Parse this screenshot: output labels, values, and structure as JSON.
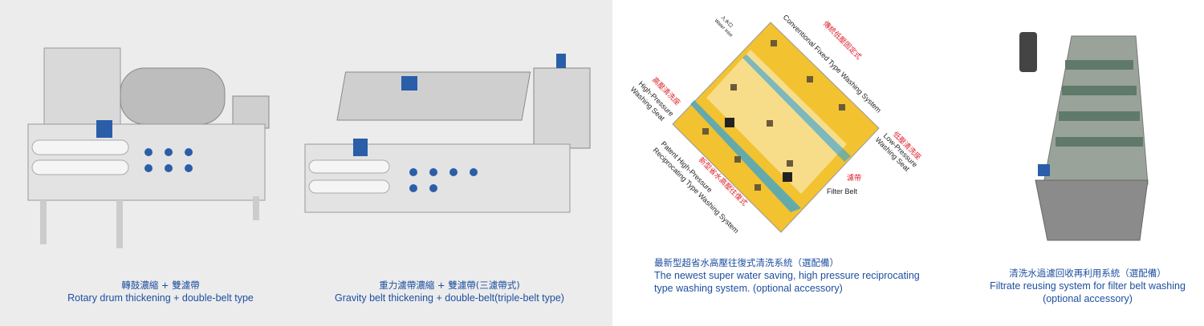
{
  "products": [
    {
      "zh": "轉鼓濃縮 + 雙濾帶",
      "en": "Rotary drum thickening + double-belt type"
    },
    {
      "zh": "重力濾帶濃縮 + 雙濾帶(三濾帶式)",
      "en": "Gravity belt thickening + double-belt(triple-belt type)"
    },
    {
      "zh": "最新型超省水高壓往復式清洗系統（選配備）",
      "en1": "The newest super water saving, high pressure reciprocating",
      "en2": "type washing system. (optional accessory)"
    },
    {
      "zh": "清洗水過濾回收再利用系統（選配備）",
      "en1": "Filtrate reusing system for filter belt washing",
      "en2": "(optional accessory)"
    }
  ],
  "diagram": {
    "conventional_zh": "傳統低壓固定式",
    "conventional_en": "Conventional Fixed Type Washing System",
    "low_zh": "低壓清洗座",
    "low_en1": "Low-Pressure",
    "low_en2": "Washing Seat",
    "high_zh": "高壓清洗座",
    "high_en1": "High-Pressure",
    "high_en2": "Washing Seat",
    "patent_zh": "新型省水高壓往復式",
    "patent_en1": "Patent High-Pressure",
    "patent_en2": "Reciprocating Type Washing System",
    "belt_zh": "濾帶",
    "belt_en": "Filter Belt",
    "inlet_zh": "入水口",
    "inlet_en": "Water Inlet"
  },
  "colors": {
    "caption": "#1d4fa0",
    "label_red": "#e0202a",
    "belt": "#f2c230",
    "spray": "#2aa0e0"
  }
}
